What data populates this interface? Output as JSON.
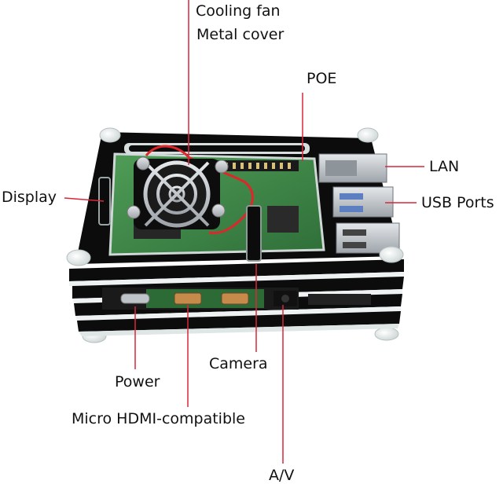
{
  "labels": {
    "cooling_fan": "Cooling fan",
    "metal_cover": "Metal cover",
    "poe": "POE",
    "lan": "LAN",
    "usb_ports": "USB Ports",
    "display": "Display",
    "camera": "Camera",
    "power": "Power",
    "micro_hdmi": "Micro HDMI-compatible",
    "av": "A/V"
  },
  "colors": {
    "leader_line": "#d9273a",
    "acrylic_black": "#0c0c0c",
    "acrylic_clear": "#eef2f2",
    "pcb_green": "#3f8a4a",
    "metal": "#c9cdd1",
    "fan_wire": "#e0262b"
  }
}
